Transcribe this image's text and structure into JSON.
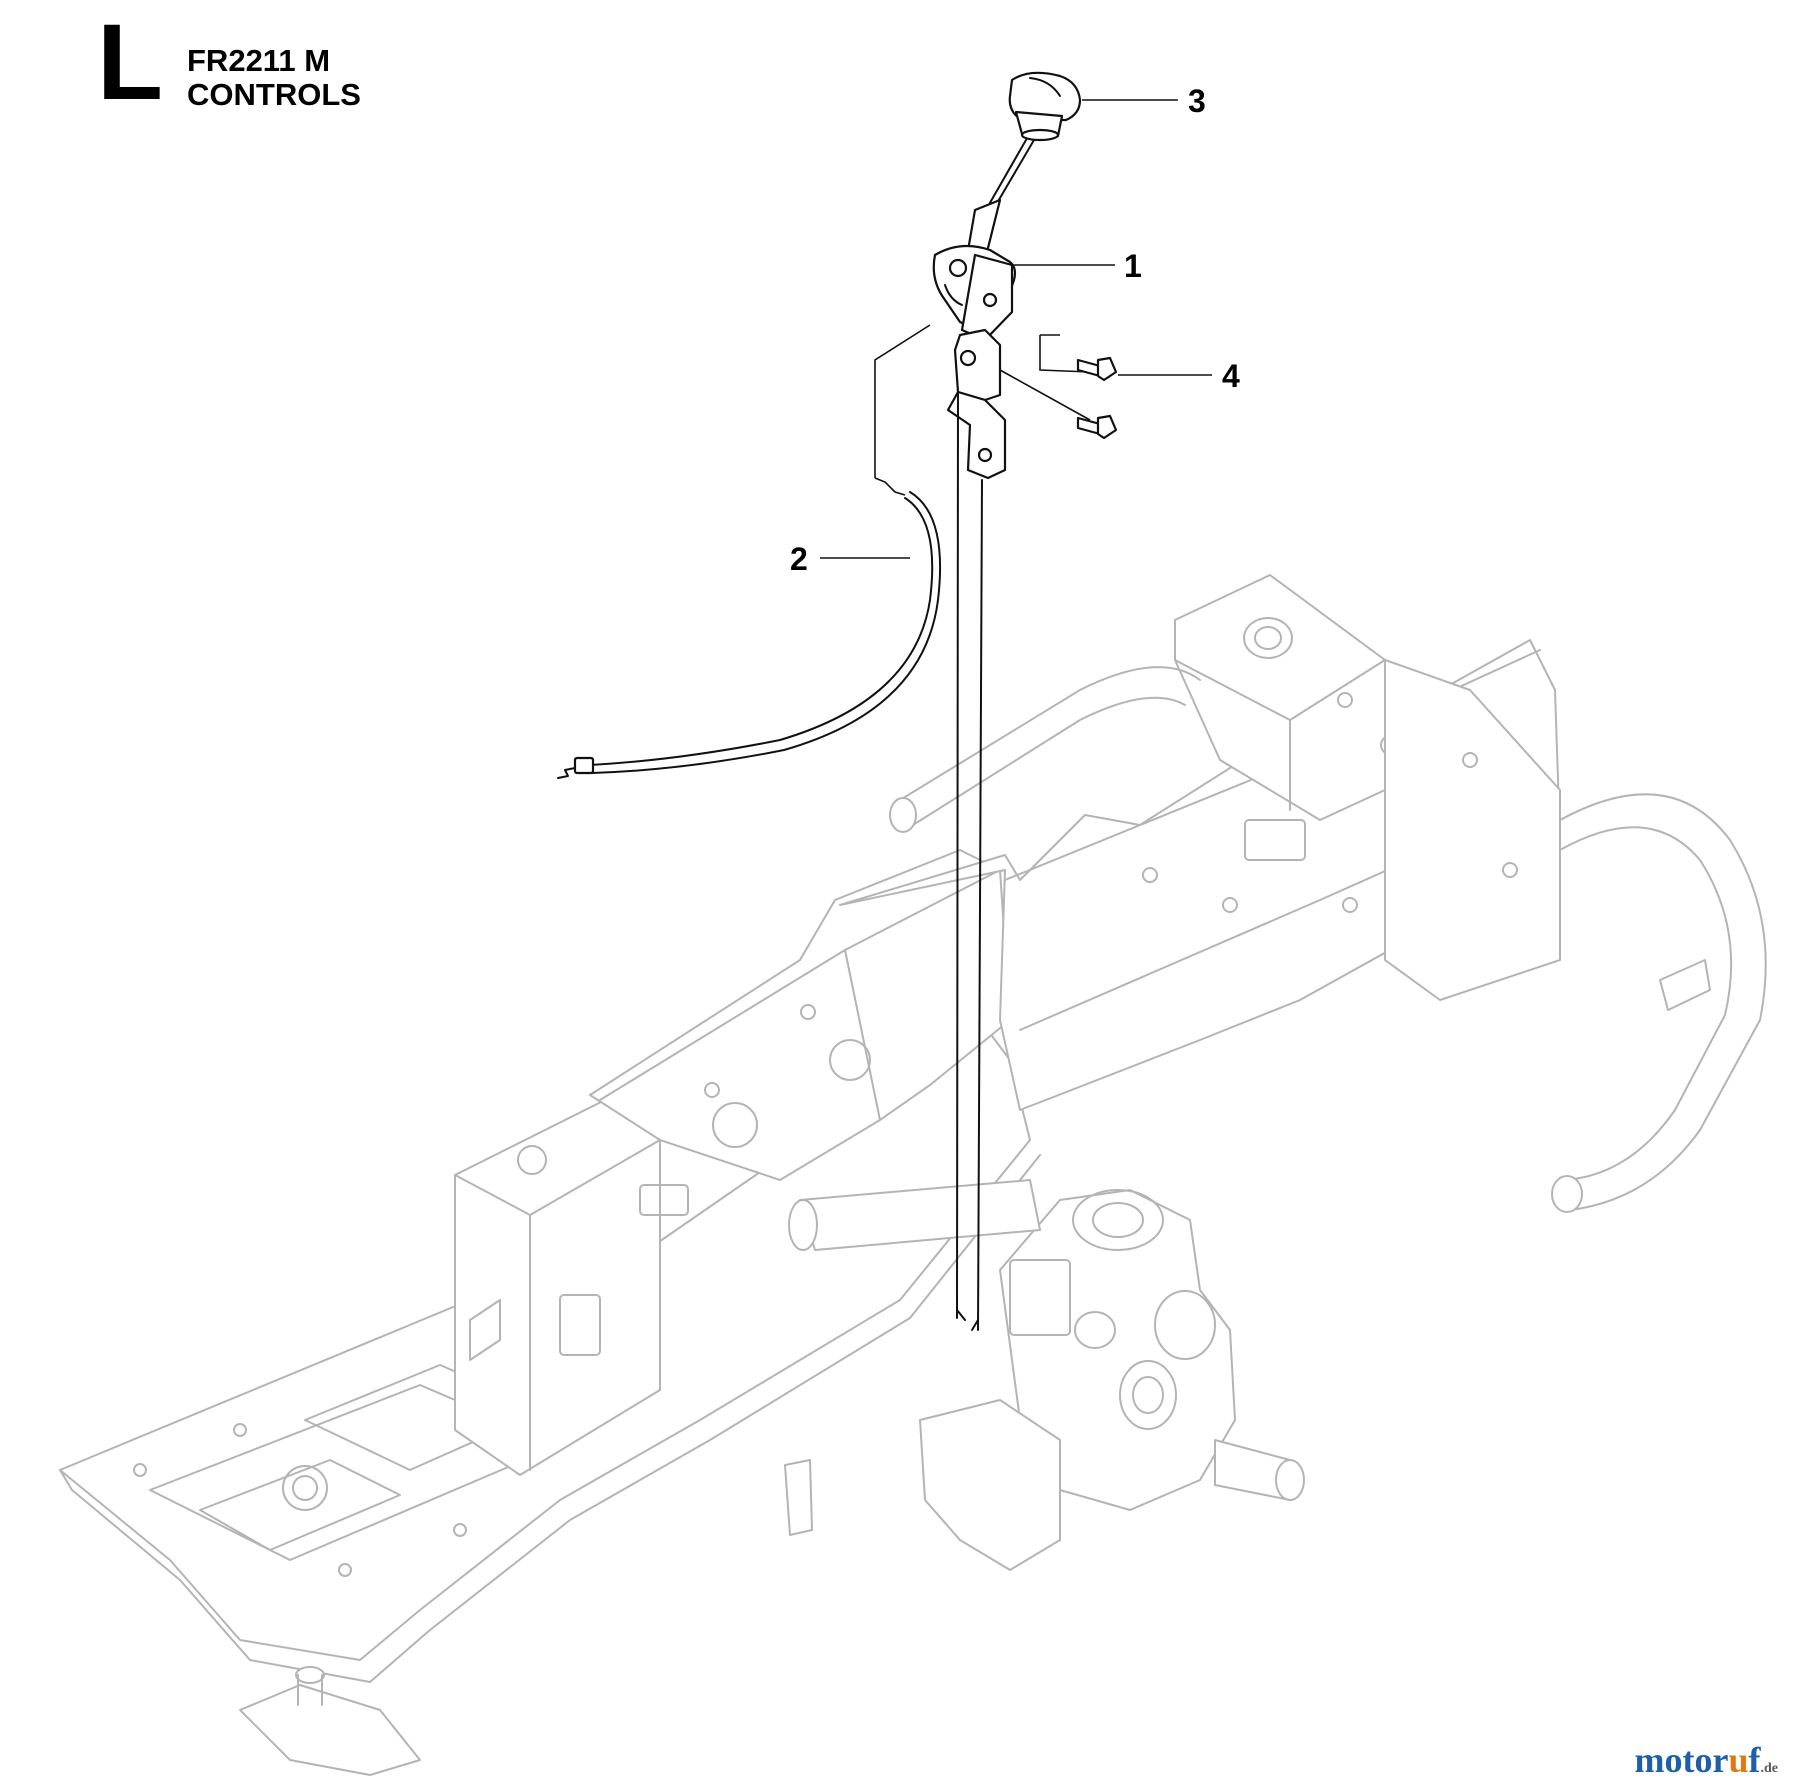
{
  "header": {
    "section_letter": "L",
    "model": "FR2211 M",
    "group": "CONTROLS"
  },
  "callouts": [
    {
      "id": "callout-1",
      "label": "1"
    },
    {
      "id": "callout-2",
      "label": "2"
    },
    {
      "id": "callout-3",
      "label": "3"
    },
    {
      "id": "callout-4",
      "label": "4"
    }
  ],
  "watermark": {
    "name_part1": "motor",
    "name_accent": "u",
    "name_part2": "f",
    "tld": ".de"
  },
  "colors": {
    "frame_outline": "#b4b4b4",
    "part_outline": "#111111",
    "watermark_blue": "#1e5fa8",
    "watermark_orange": "#e07a10"
  }
}
